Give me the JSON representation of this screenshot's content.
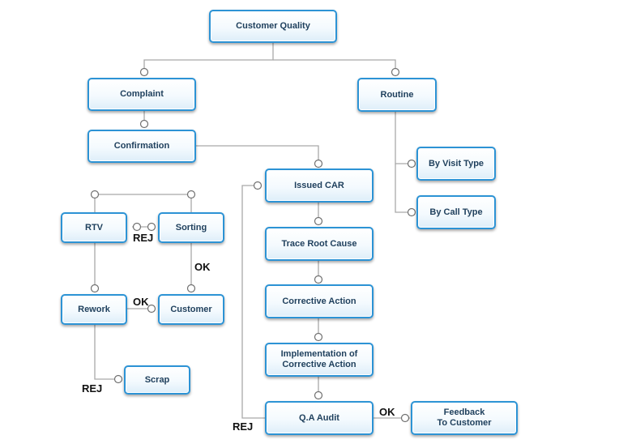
{
  "nodes": {
    "customer_quality": "Customer     Quality",
    "complaint": "Complaint",
    "routine": "Routine",
    "confirmation": "Confirmation",
    "issued_car": "Issued CAR",
    "by_visit_type": "By Visit Type",
    "by_call_type": "By Call Type",
    "rtv": "RTV",
    "sorting": "Sorting",
    "trace_root_cause": "Trace Root Cause",
    "rework": "Rework",
    "customer": "Customer",
    "corrective_action": "Corrective Action",
    "implementation": "Implementation of\nCorrective Action",
    "scrap": "Scrap",
    "qa_audit": "Q.A Audit",
    "feedback": "Feedback\nTo Customer"
  },
  "edge_labels": {
    "rej_rtv_sorting": "REJ",
    "ok_sorting_customer": "OK",
    "ok_rework_customer": "OK",
    "rej_rework_scrap": "REJ",
    "rej_qa_audit": "REJ",
    "ok_qa_feedback": "OK"
  },
  "colors": {
    "node_border": "#2c93d5",
    "node_text": "#1e3f5c",
    "connector": "#a9a9a9"
  }
}
